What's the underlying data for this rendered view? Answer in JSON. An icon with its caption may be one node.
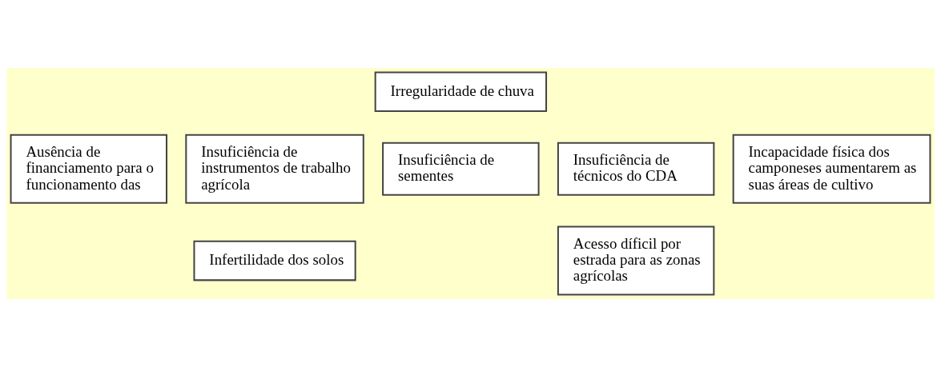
{
  "diagram": {
    "nodes": [
      {
        "text": [
          "Irregularidade de chuva"
        ]
      },
      {
        "text": [
          "Ausência de financiamento para o funcionamento das"
        ]
      },
      {
        "text": [
          "Insuficiência de instrumentos de trabalho agrícola"
        ]
      },
      {
        "text": [
          "Insuficiência de sementes"
        ]
      },
      {
        "text": [
          "Insuficiência de técnicos do CDA"
        ]
      },
      {
        "text": [
          "Incapacidade física dos camponeses aumentarem as suas áreas de cultivo"
        ]
      },
      {
        "text": [
          "Infertilidade dos solos"
        ]
      },
      {
        "text": [
          "Acesso díficil por estrada para as zonas agrícolas"
        ]
      }
    ]
  }
}
